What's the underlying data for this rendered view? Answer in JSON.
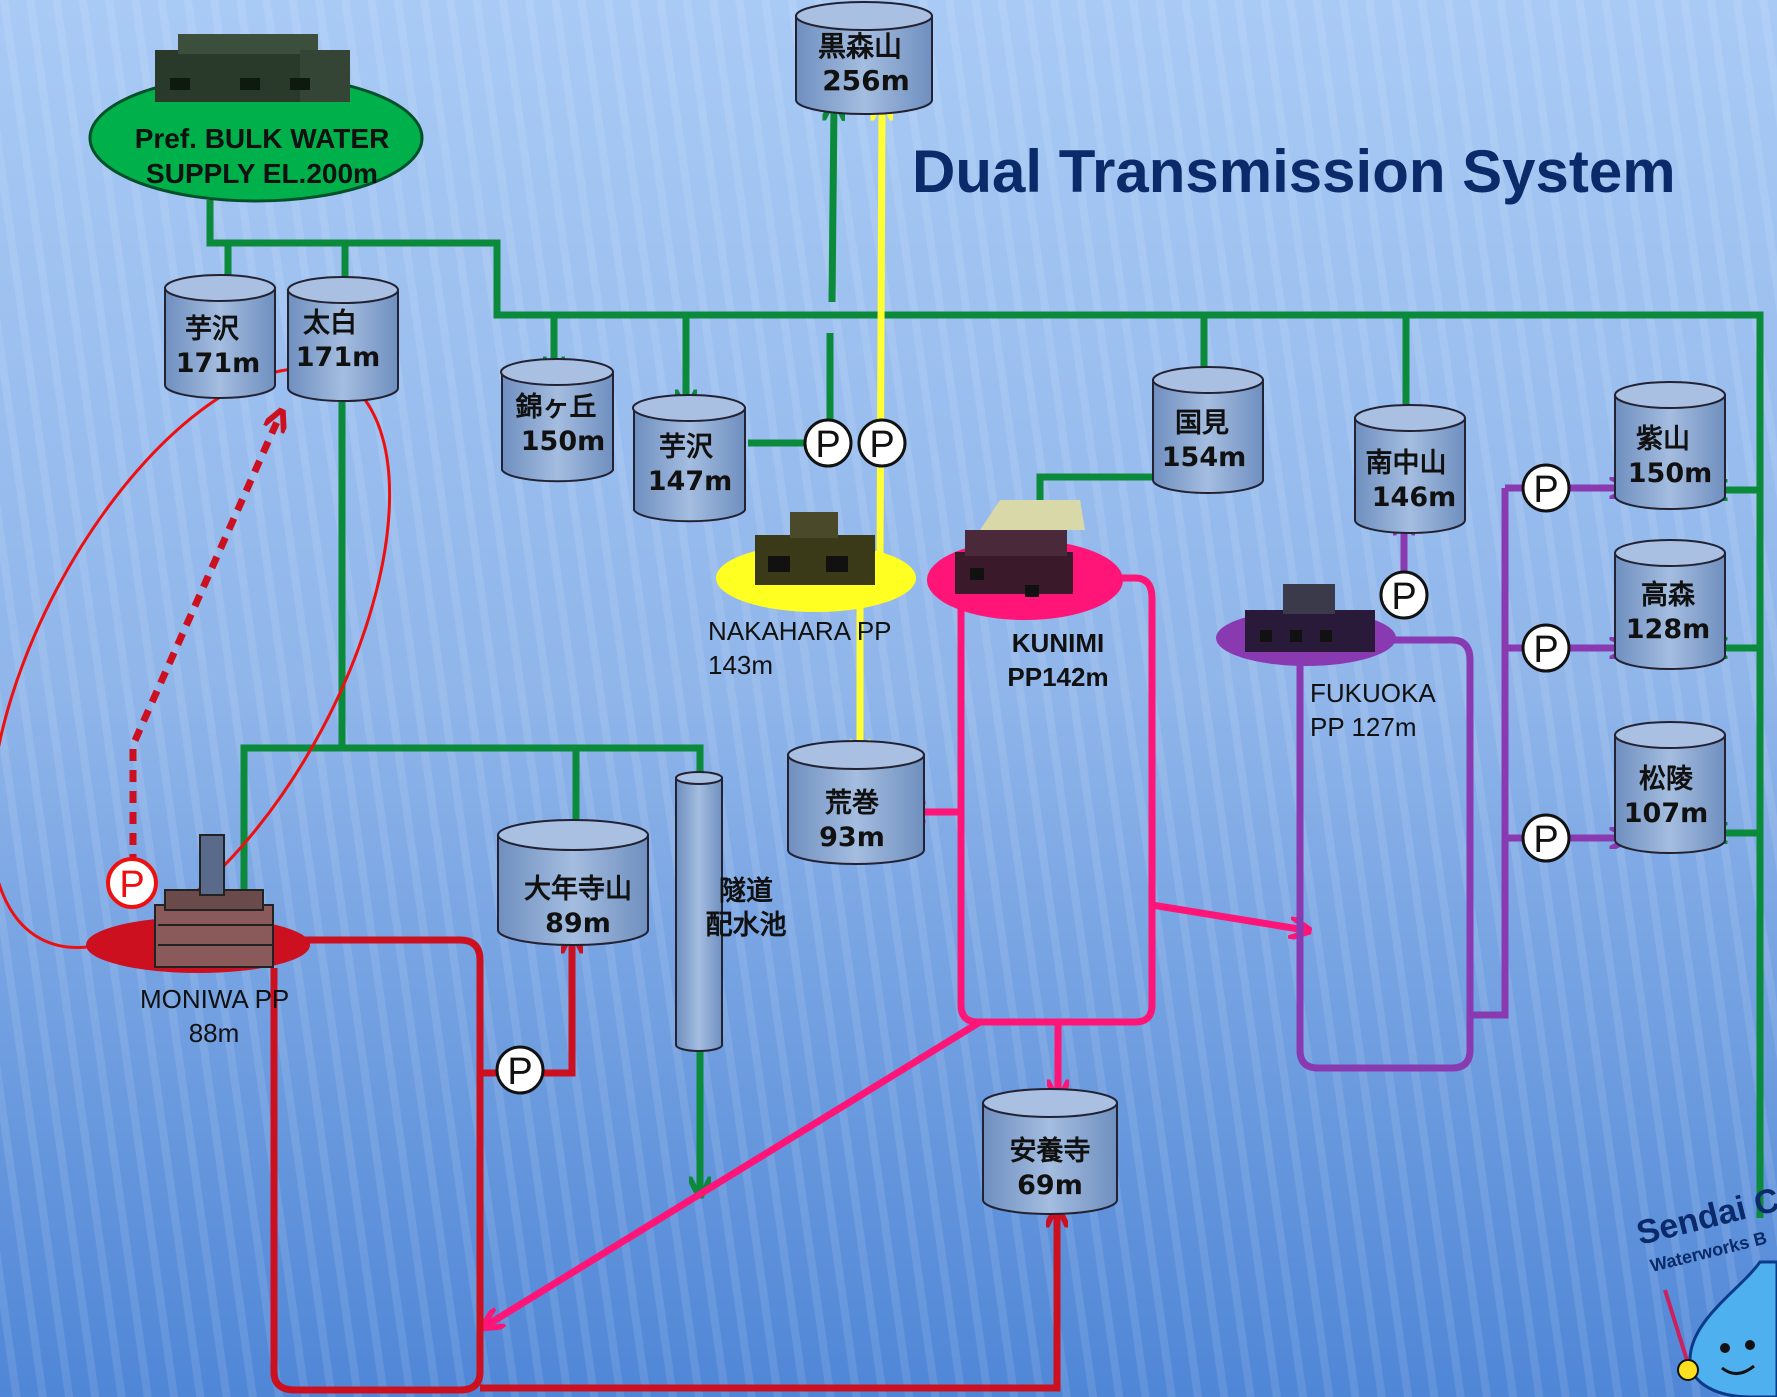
{
  "title": "Dual Transmission System",
  "colors": {
    "bulk_supply": "#00a040",
    "green_line": "#0a8a3a",
    "yellow_line": "#ffff33",
    "magenta_line": "#ff1478",
    "purple_line": "#8a3ab0",
    "red_line": "#cc1020",
    "tank_fill": "#8aa6cc",
    "title_text": "#0a2a6a"
  },
  "bulk_supply": {
    "line1": "Pref. BULK WATER",
    "line2": "SUPPLY  EL.200m"
  },
  "tanks": {
    "kuromoriyama": {
      "name": "黒森山",
      "elev": "256m"
    },
    "imozawa_top": {
      "name": "芋沢",
      "elev": "171m"
    },
    "taihaku": {
      "name": "太白",
      "elev": "171m"
    },
    "nishikigaoka": {
      "name": "錦ヶ丘",
      "elev": "150m"
    },
    "imozawa_mid": {
      "name": "芋沢",
      "elev": "147m"
    },
    "kunimi": {
      "name": "国見",
      "elev": "154m"
    },
    "minaminakayama": {
      "name": "南中山",
      "elev": "146m"
    },
    "murasakiyama": {
      "name": "紫山",
      "elev": "150m"
    },
    "takamori": {
      "name": "高森",
      "elev": "128m"
    },
    "shoryo": {
      "name": "松陵",
      "elev": "107m"
    },
    "aramaki": {
      "name": "荒巻",
      "elev": "93m"
    },
    "ohnenjiyama": {
      "name": "大年寺山",
      "elev": "89m"
    },
    "anyoji": {
      "name": "安養寺",
      "elev": "69m"
    }
  },
  "tunnel_reservoir": {
    "line1": "隧道",
    "line2": "配水池"
  },
  "plants": {
    "nakahara": {
      "line1": "NAKAHARA PP",
      "line2": "143m"
    },
    "kunimi": {
      "line1": "KUNIMI",
      "line2": "PP142m"
    },
    "fukuoka": {
      "line1": "FUKUOKA",
      "line2": "PP 127m"
    },
    "moniwa": {
      "line1": "MONIWA PP",
      "line2": "88m"
    }
  },
  "pump_label": "P",
  "logo": {
    "line1": "Sendai C",
    "line2": "Waterworks B"
  }
}
